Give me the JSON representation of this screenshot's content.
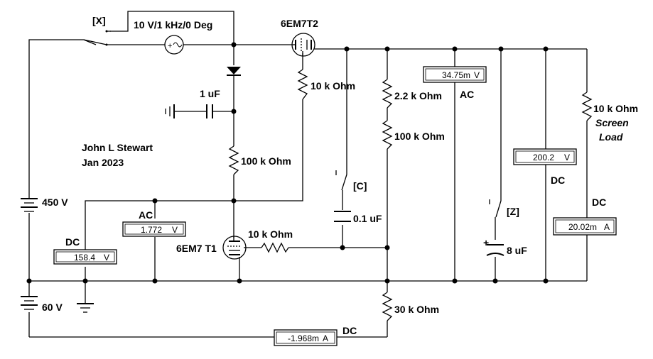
{
  "labels": {
    "switch_x": "[X]",
    "source": "10 V/1 kHz/0 Deg",
    "tube_t2": "6EM7T2",
    "tube_t1": "6EM7 T1",
    "cap_1uf": "1 uF",
    "r_10k_t2": "10 k Ohm",
    "r_100k_t1": "100 k Ohm",
    "author": "John L Stewart",
    "date": "Jan 2023",
    "batt_450": "450 V",
    "batt_60": "60 V",
    "r_2k2": "2.2 k Ohm",
    "r_100k": "100 k Ohm",
    "r_10k_grid": "10 k Ohm",
    "r_30k": "30 k Ohm",
    "switch_c": "[C]",
    "cap_01uf": "0.1 uF",
    "switch_z": "[Z]",
    "cap_8uf": "8 uF",
    "r_screen": "10 k Ohm",
    "screen_1": "Screen",
    "screen_2": "Load",
    "plus": "+"
  },
  "meters": [
    {
      "id": "m-dc-158",
      "mode": "DC",
      "value": "158.4",
      "unit": "V"
    },
    {
      "id": "m-ac-1772",
      "mode": "AC",
      "value": "1.772",
      "unit": "V"
    },
    {
      "id": "m-ac-34",
      "mode": "AC",
      "value": "34.75m",
      "unit": "V"
    },
    {
      "id": "m-dc-200",
      "mode": "DC",
      "value": "200.2",
      "unit": "V"
    },
    {
      "id": "m-dc-20",
      "mode": "DC",
      "value": "20.02m",
      "unit": "A"
    },
    {
      "id": "m-dc-1968",
      "mode": "DC",
      "value": "-1.968m",
      "unit": "A"
    }
  ]
}
